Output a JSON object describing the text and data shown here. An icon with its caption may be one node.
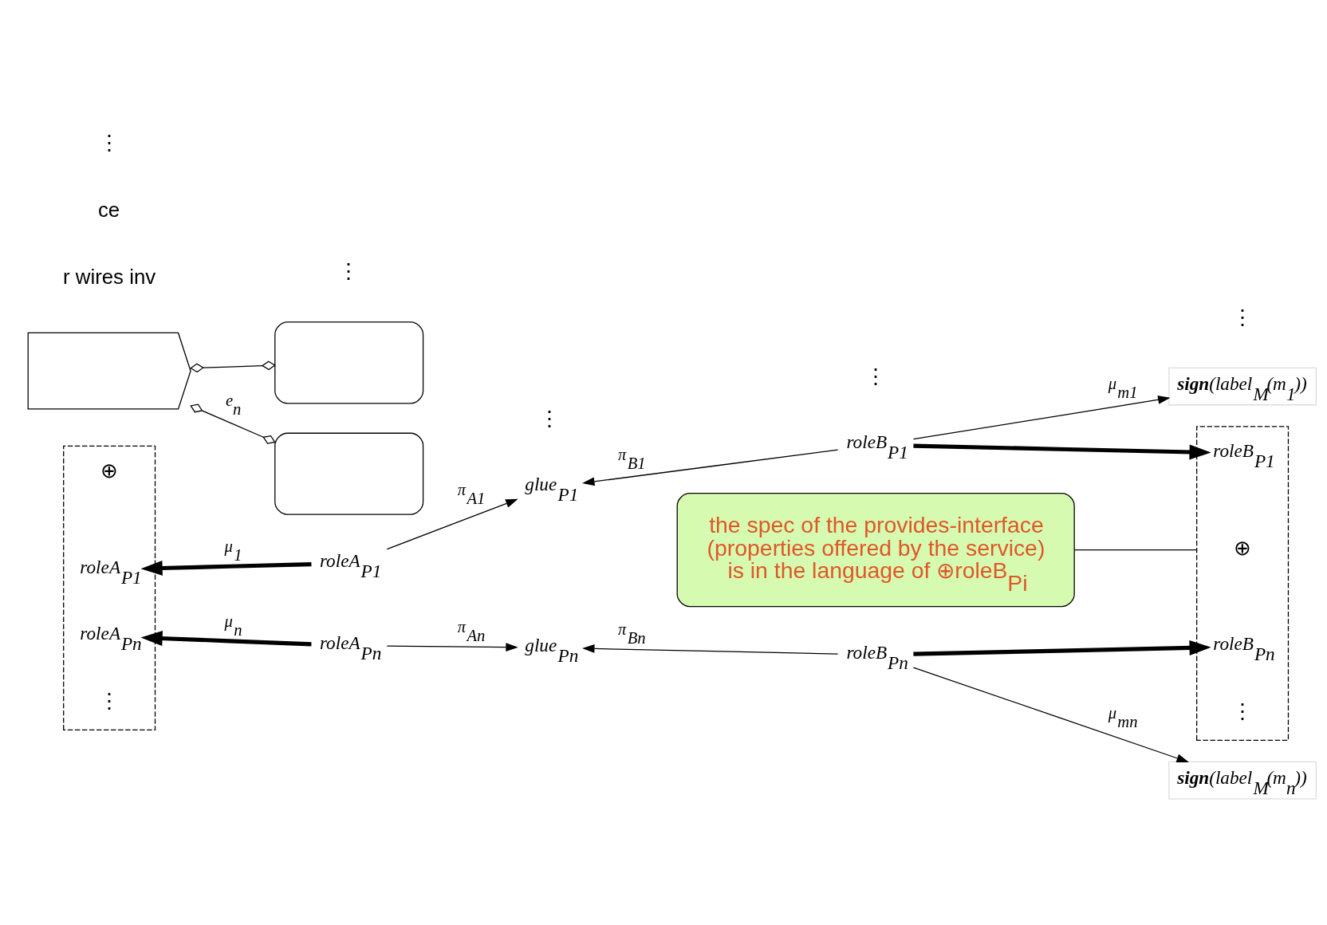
{
  "diagram": {
    "nodes": [
      {
        "text": [
          "the spec of the provides-interface (properties offered by the service) is in the language of ⊕roleB$_{Pi}$"
        ]
      },
      {
        "text": [],
        "shape": "chevron"
      },
      {
        "text": [],
        "shape": "box"
      },
      {
        "text": [],
        "shape": "box"
      },
      {
        "text": [],
        "shape": "box"
      },
      {
        "text": [
          "roleA$_{P1}$"
        ],
        "in": 4
      },
      {
        "text": [
          "roleA$_{Pn}$"
        ],
        "in": 4
      },
      {
        "text": [
          "roleA$_{P1}$"
        ]
      },
      {
        "text": [
          "roleA$_{Pn}$"
        ]
      },
      {
        "text": [
          "roleB$_{P1}$"
        ]
      },
      {
        "text": [
          "roleB$_{Pn}$"
        ]
      },
      {
        "text": [
          "glue$_{P1}$"
        ]
      },
      {
        "text": [
          "glue$_{Pn}$"
        ]
      },
      {
        "text": [],
        "shape": "box"
      },
      {
        "text": [
          "roleB$_{P1}$"
        ],
        "in": 13
      },
      {
        "text": [
          "roleB$_{Pn}$"
        ],
        "in": 13
      },
      {
        "text": [
          "**sign**(label$_{M}$(m$_{1}$))"
        ]
      },
      {
        "text": [
          "**sign**(label$_{M}$(m$_{n}$))"
        ]
      }
    ],
    "edges": [
      {
        "from": 1,
        "to": 2,
        "arrow": "other"
      },
      {
        "from": 1,
        "to": 3,
        "label": "e$_{n}$",
        "arrow": "other"
      },
      {
        "from": 7,
        "to": 5,
        "label": "μ$_{1}$",
        "arrow": "to",
        "style": "thick"
      },
      {
        "from": 8,
        "to": 6,
        "label": "μ$_{n}$",
        "arrow": "to",
        "style": "thick"
      },
      {
        "from": 7,
        "to": 11,
        "label": "π$_{A1}$",
        "arrow": "to"
      },
      {
        "from": 9,
        "to": 11,
        "label": "π$_{B1}$",
        "arrow": "to"
      },
      {
        "from": 8,
        "to": 12,
        "label": "π$_{An}$",
        "arrow": "to"
      },
      {
        "from": 10,
        "to": 12,
        "label": "π$_{Bn}$",
        "arrow": "to"
      },
      {
        "from": 9,
        "to": 14,
        "arrow": "to",
        "style": "thick"
      },
      {
        "from": 10,
        "to": 15,
        "arrow": "to",
        "style": "thick"
      },
      {
        "from": 9,
        "to": 16,
        "label": "μ$_{m1}$",
        "arrow": "to"
      },
      {
        "from": 10,
        "to": 17,
        "label": "μ$_{mn}$",
        "arrow": "to"
      },
      {
        "from": 0,
        "to": 13,
        "arrow": "none"
      }
    ],
    "labels": [
      "r wires inv",
      "ce",
      "⋮",
      "⊕",
      "⋮",
      "⋮",
      "⋮",
      "⊕",
      "⋮",
      "⋮",
      "⋮"
    ]
  }
}
